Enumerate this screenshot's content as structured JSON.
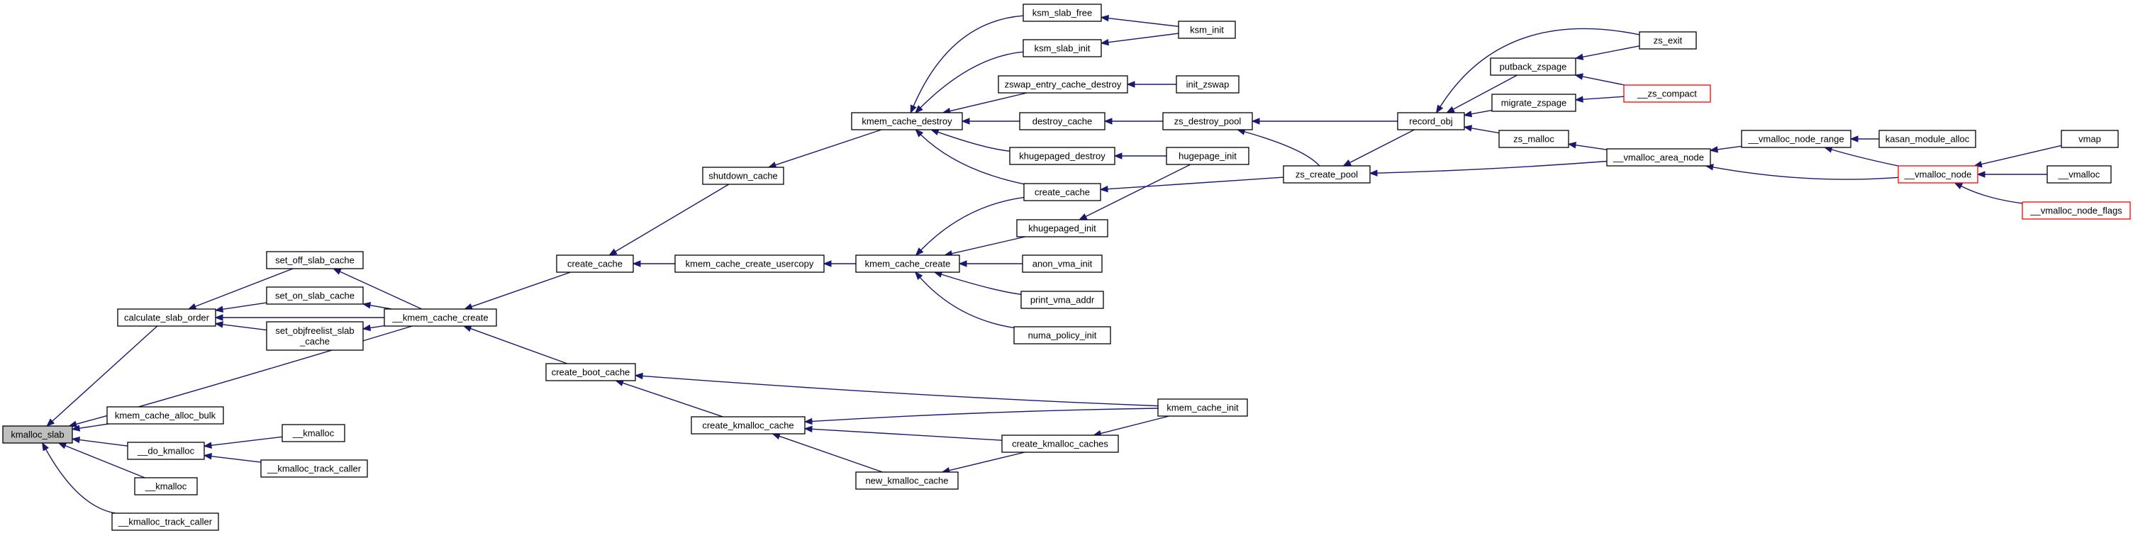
{
  "graph": {
    "root": "kmalloc_slab",
    "colors": {
      "edge": "#191970",
      "node_border": "#000000",
      "node_border_truncated": "#ff0000",
      "root_fill": "#bfbfbf",
      "node_fill": "#ffffff"
    },
    "nodes": [
      {
        "id": "kmalloc_slab",
        "label": "kmalloc_slab",
        "root": true
      },
      {
        "id": "calculate_slab_order",
        "label": "calculate_slab_order"
      },
      {
        "id": "kmem_cache_alloc_bulk",
        "label": "kmem_cache_alloc_bulk"
      },
      {
        "id": "do_kmalloc",
        "label": "__do_kmalloc"
      },
      {
        "id": "kmalloc_a",
        "label": "__kmalloc"
      },
      {
        "id": "kmalloc_track_caller_a",
        "label": "__kmalloc_track_caller"
      },
      {
        "id": "set_off_slab_cache",
        "label": "set_off_slab_cache"
      },
      {
        "id": "set_on_slab_cache",
        "label": "set_on_slab_cache"
      },
      {
        "id": "set_objfreelist_slab_cache",
        "label": "set_objfreelist_slab_cache",
        "lines": [
          "set_objfreelist_slab",
          "_cache"
        ]
      },
      {
        "id": "kmem_cache_create_low",
        "label": "__kmem_cache_create"
      },
      {
        "id": "kmalloc_b",
        "label": "__kmalloc"
      },
      {
        "id": "kmalloc_track_caller_b",
        "label": "__kmalloc_track_caller"
      },
      {
        "id": "create_cache",
        "label": "create_cache"
      },
      {
        "id": "create_boot_cache",
        "label": "create_boot_cache"
      },
      {
        "id": "shutdown_cache",
        "label": "shutdown_cache"
      },
      {
        "id": "kmem_cache_create_usercopy",
        "label": "kmem_cache_create_usercopy"
      },
      {
        "id": "create_kmalloc_cache",
        "label": "create_kmalloc_cache"
      },
      {
        "id": "kmem_cache_destroy",
        "label": "kmem_cache_destroy"
      },
      {
        "id": "kmem_cache_create",
        "label": "kmem_cache_create"
      },
      {
        "id": "new_kmalloc_cache",
        "label": "new_kmalloc_cache"
      },
      {
        "id": "create_kmalloc_caches",
        "label": "create_kmalloc_caches"
      },
      {
        "id": "kmem_cache_init",
        "label": "kmem_cache_init"
      },
      {
        "id": "ksm_slab_free",
        "label": "ksm_slab_free"
      },
      {
        "id": "ksm_slab_init",
        "label": "ksm_slab_init"
      },
      {
        "id": "zswap_entry_cache_destroy",
        "label": "zswap_entry_cache_destroy"
      },
      {
        "id": "destroy_cache",
        "label": "destroy_cache"
      },
      {
        "id": "khugepaged_destroy",
        "label": "khugepaged_destroy"
      },
      {
        "id": "create_cache_zs",
        "label": "create_cache"
      },
      {
        "id": "khugepaged_init",
        "label": "khugepaged_init"
      },
      {
        "id": "anon_vma_init",
        "label": "anon_vma_init"
      },
      {
        "id": "print_vma_addr",
        "label": "print_vma_addr"
      },
      {
        "id": "numa_policy_init",
        "label": "numa_policy_init"
      },
      {
        "id": "ksm_init",
        "label": "ksm_init"
      },
      {
        "id": "init_zswap",
        "label": "init_zswap"
      },
      {
        "id": "zs_destroy_pool",
        "label": "zs_destroy_pool"
      },
      {
        "id": "hugepage_init",
        "label": "hugepage_init"
      },
      {
        "id": "zs_create_pool",
        "label": "zs_create_pool"
      },
      {
        "id": "record_obj",
        "label": "record_obj"
      },
      {
        "id": "putback_zspage",
        "label": "putback_zspage"
      },
      {
        "id": "migrate_zspage",
        "label": "migrate_zspage"
      },
      {
        "id": "zs_malloc",
        "label": "zs_malloc"
      },
      {
        "id": "zs_exit",
        "label": "zs_exit"
      },
      {
        "id": "zs_compact",
        "label": "__zs_compact",
        "truncated": true
      },
      {
        "id": "vmalloc_area_node",
        "label": "__vmalloc_area_node"
      },
      {
        "id": "vmalloc_node_range",
        "label": "__vmalloc_node_range"
      },
      {
        "id": "kasan_module_alloc",
        "label": "kasan_module_alloc"
      },
      {
        "id": "vmalloc_node",
        "label": "__vmalloc_node",
        "truncated": true
      },
      {
        "id": "vmap",
        "label": "vmap"
      },
      {
        "id": "vmalloc",
        "label": "__vmalloc"
      },
      {
        "id": "vmalloc_node_flags",
        "label": "__vmalloc_node_flags",
        "truncated": true
      }
    ],
    "edges": [
      [
        "calculate_slab_order",
        "kmalloc_slab"
      ],
      [
        "kmem_cache_alloc_bulk",
        "kmalloc_slab"
      ],
      [
        "do_kmalloc",
        "kmalloc_slab"
      ],
      [
        "kmalloc_a",
        "kmalloc_slab"
      ],
      [
        "kmalloc_track_caller_a",
        "kmalloc_slab"
      ],
      [
        "kmem_cache_create_low",
        "kmalloc_slab"
      ],
      [
        "set_off_slab_cache",
        "calculate_slab_order"
      ],
      [
        "set_on_slab_cache",
        "calculate_slab_order"
      ],
      [
        "set_objfreelist_slab_cache",
        "calculate_slab_order"
      ],
      [
        "kmem_cache_create_low",
        "calculate_slab_order"
      ],
      [
        "kmalloc_b",
        "do_kmalloc"
      ],
      [
        "kmalloc_track_caller_b",
        "do_kmalloc"
      ],
      [
        "kmem_cache_create_low",
        "set_off_slab_cache"
      ],
      [
        "kmem_cache_create_low",
        "set_on_slab_cache"
      ],
      [
        "kmem_cache_create_low",
        "set_objfreelist_slab_cache"
      ],
      [
        "create_cache",
        "kmem_cache_create_low"
      ],
      [
        "create_boot_cache",
        "kmem_cache_create_low"
      ],
      [
        "shutdown_cache",
        "create_cache"
      ],
      [
        "kmem_cache_create_usercopy",
        "create_cache"
      ],
      [
        "kmem_cache_init",
        "create_boot_cache"
      ],
      [
        "create_kmalloc_cache",
        "create_boot_cache"
      ],
      [
        "kmem_cache_destroy",
        "shutdown_cache"
      ],
      [
        "kmem_cache_create",
        "kmem_cache_create_usercopy"
      ],
      [
        "kmem_cache_init",
        "create_kmalloc_cache"
      ],
      [
        "create_kmalloc_caches",
        "create_kmalloc_cache"
      ],
      [
        "new_kmalloc_cache",
        "create_kmalloc_cache"
      ],
      [
        "create_kmalloc_caches",
        "new_kmalloc_cache"
      ],
      [
        "kmem_cache_init",
        "create_kmalloc_caches"
      ],
      [
        "ksm_slab_free",
        "kmem_cache_destroy"
      ],
      [
        "ksm_slab_init",
        "kmem_cache_destroy"
      ],
      [
        "zswap_entry_cache_destroy",
        "kmem_cache_destroy"
      ],
      [
        "destroy_cache",
        "kmem_cache_destroy"
      ],
      [
        "khugepaged_destroy",
        "kmem_cache_destroy"
      ],
      [
        "create_cache_zs",
        "kmem_cache_destroy"
      ],
      [
        "create_cache_zs",
        "kmem_cache_create"
      ],
      [
        "khugepaged_init",
        "kmem_cache_create"
      ],
      [
        "anon_vma_init",
        "kmem_cache_create"
      ],
      [
        "print_vma_addr",
        "kmem_cache_create"
      ],
      [
        "numa_policy_init",
        "kmem_cache_create"
      ],
      [
        "ksm_init",
        "ksm_slab_free"
      ],
      [
        "ksm_init",
        "ksm_slab_init"
      ],
      [
        "init_zswap",
        "zswap_entry_cache_destroy"
      ],
      [
        "zs_destroy_pool",
        "destroy_cache"
      ],
      [
        "hugepage_init",
        "khugepaged_destroy"
      ],
      [
        "hugepage_init",
        "khugepaged_init"
      ],
      [
        "zs_create_pool",
        "create_cache_zs"
      ],
      [
        "record_obj",
        "zs_destroy_pool"
      ],
      [
        "zs_create_pool",
        "zs_destroy_pool"
      ],
      [
        "record_obj",
        "zs_create_pool"
      ],
      [
        "vmalloc_area_node",
        "zs_create_pool"
      ],
      [
        "zs_exit",
        "record_obj"
      ],
      [
        "putback_zspage",
        "record_obj"
      ],
      [
        "migrate_zspage",
        "record_obj"
      ],
      [
        "zs_malloc",
        "record_obj"
      ],
      [
        "zs_exit",
        "putback_zspage"
      ],
      [
        "zs_compact",
        "putback_zspage"
      ],
      [
        "zs_compact",
        "migrate_zspage"
      ],
      [
        "vmalloc_area_node",
        "zs_malloc"
      ],
      [
        "vmalloc_node_range",
        "vmalloc_area_node"
      ],
      [
        "vmalloc_node",
        "vmalloc_area_node"
      ],
      [
        "kasan_module_alloc",
        "vmalloc_node_range"
      ],
      [
        "vmalloc_node",
        "vmalloc_node_range"
      ],
      [
        "vmap",
        "vmalloc_node"
      ],
      [
        "vmalloc",
        "vmalloc_node"
      ],
      [
        "vmalloc_node_flags",
        "vmalloc_node"
      ]
    ]
  }
}
